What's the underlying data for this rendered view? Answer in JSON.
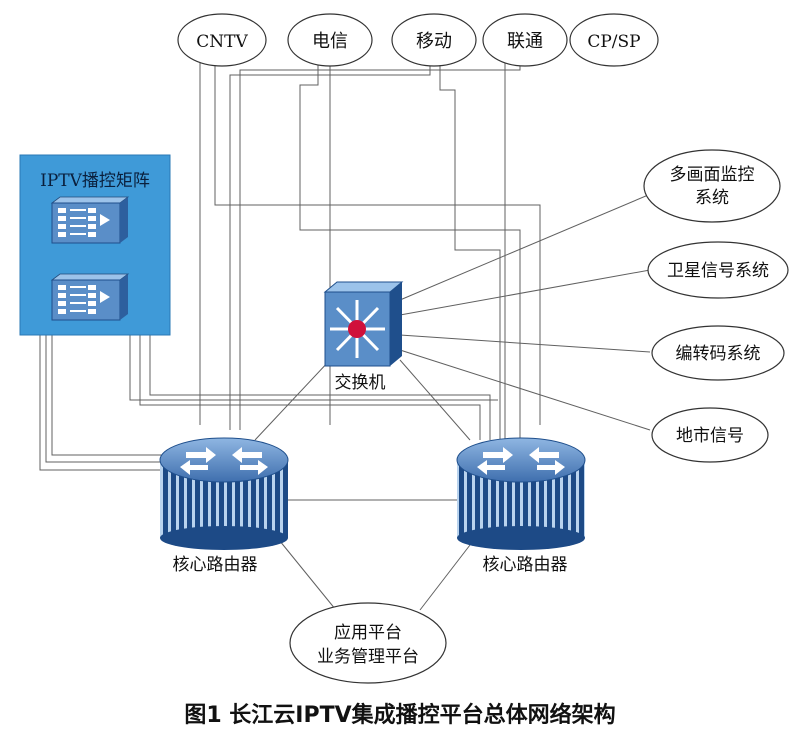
{
  "sources": [
    "CNTV",
    "电信",
    "移动",
    "联通",
    "CP/SP"
  ],
  "matrix_title": "IPTV播控矩阵",
  "switch_label": "交换机",
  "router_left_label": "核心路由器",
  "router_right_label": "核心路由器",
  "platform_line1": "应用平台",
  "platform_line2": "业务管理平台",
  "systems": [
    {
      "line1": "多画面监控",
      "line2": "系统"
    },
    {
      "line1": "卫星信号系统",
      "line2": ""
    },
    {
      "line1": "编转码系统",
      "line2": ""
    },
    {
      "line1": "地市信号",
      "line2": ""
    }
  ],
  "caption": "图1 长江云IPTV集成播控平台总体网络架构",
  "colors": {
    "matrix_bg": "#3f9ad8",
    "device_blue": "#5a8ec8",
    "device_dark": "#1f4f8c",
    "switch_center": "#d0103a",
    "line": "#555555"
  }
}
